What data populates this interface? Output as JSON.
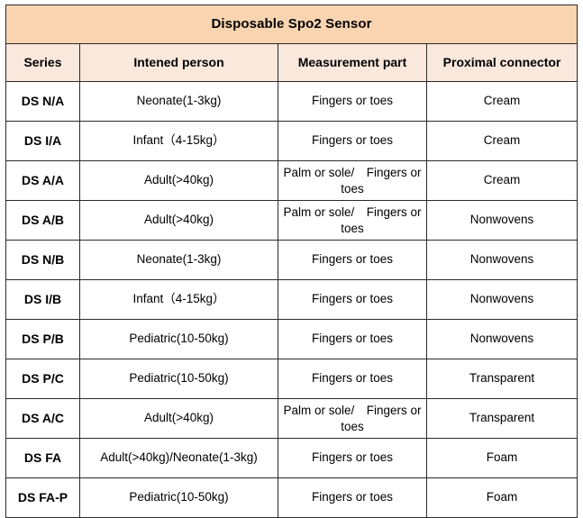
{
  "table": {
    "title": "Disposable Spo2 Sensor",
    "columns": [
      {
        "key": "series",
        "label": "Series"
      },
      {
        "key": "person",
        "label": "Intened person"
      },
      {
        "key": "part",
        "label": "Measurement part"
      },
      {
        "key": "connector",
        "label": "Proximal connector"
      }
    ],
    "rows": [
      {
        "series": "DS N/A",
        "person": "Neonate(1-3kg)",
        "part": "Fingers or toes",
        "connector": "Cream"
      },
      {
        "series": "DS I/A",
        "person": "Infant（4-15kg）",
        "part": "Fingers or toes",
        "connector": "Cream"
      },
      {
        "series": "DS A/A",
        "person": "Adult(>40kg)",
        "part": "Palm or sole/　Fingers or toes",
        "connector": "Cream"
      },
      {
        "series": "DS A/B",
        "person": "Adult(>40kg)",
        "part": "Palm or sole/　Fingers or toes",
        "connector": "Nonwovens"
      },
      {
        "series": "DS N/B",
        "person": "Neonate(1-3kg)",
        "part": "Fingers or toes",
        "connector": "Nonwovens"
      },
      {
        "series": "DS I/B",
        "person": "Infant（4-15kg）",
        "part": "Fingers or toes",
        "connector": "Nonwovens"
      },
      {
        "series": "DS P/B",
        "person": "Pediatric(10-50kg)",
        "part": "Fingers or toes",
        "connector": "Nonwovens"
      },
      {
        "series": "DS P/C",
        "person": "Pediatric(10-50kg)",
        "part": "Fingers or toes",
        "connector": "Transparent"
      },
      {
        "series": "DS A/C",
        "person": "Adult(>40kg)",
        "part": "Palm or sole/　Fingers or toes",
        "connector": "Transparent"
      },
      {
        "series": "DS FA",
        "person": "Adult(>40kg)/Neonate(1-3kg)",
        "part": "Fingers or toes",
        "connector": "Foam"
      },
      {
        "series": "DS FA-P",
        "person": "Pediatric(10-50kg)",
        "part": "Fingers or toes",
        "connector": "Foam"
      }
    ]
  },
  "colors": {
    "title_background": "#F9D4B0",
    "header_background": "#FBE8DC",
    "cell_background": "#FFFFFF",
    "border": "#2A2A2A",
    "text": "#000000"
  }
}
